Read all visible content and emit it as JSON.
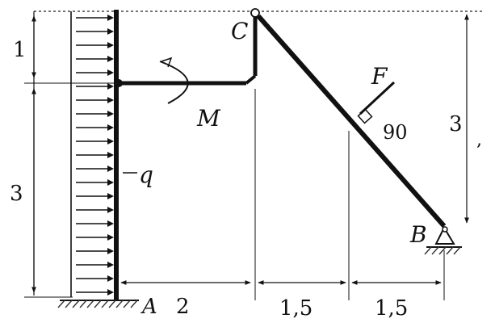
{
  "labels": {
    "point_c": "C",
    "point_a": "A",
    "point_b": "B",
    "force": "F",
    "moment": "M",
    "load": "q",
    "angle": "90",
    "comma_mark": ","
  },
  "dimensions": {
    "left_top": "1",
    "left_bottom": "3",
    "right_height": "3",
    "bottom_first": "2",
    "bottom_second": "1,5",
    "bottom_third": "1,5"
  },
  "colors": {
    "ink": "#111111",
    "hatch": "#333333"
  }
}
